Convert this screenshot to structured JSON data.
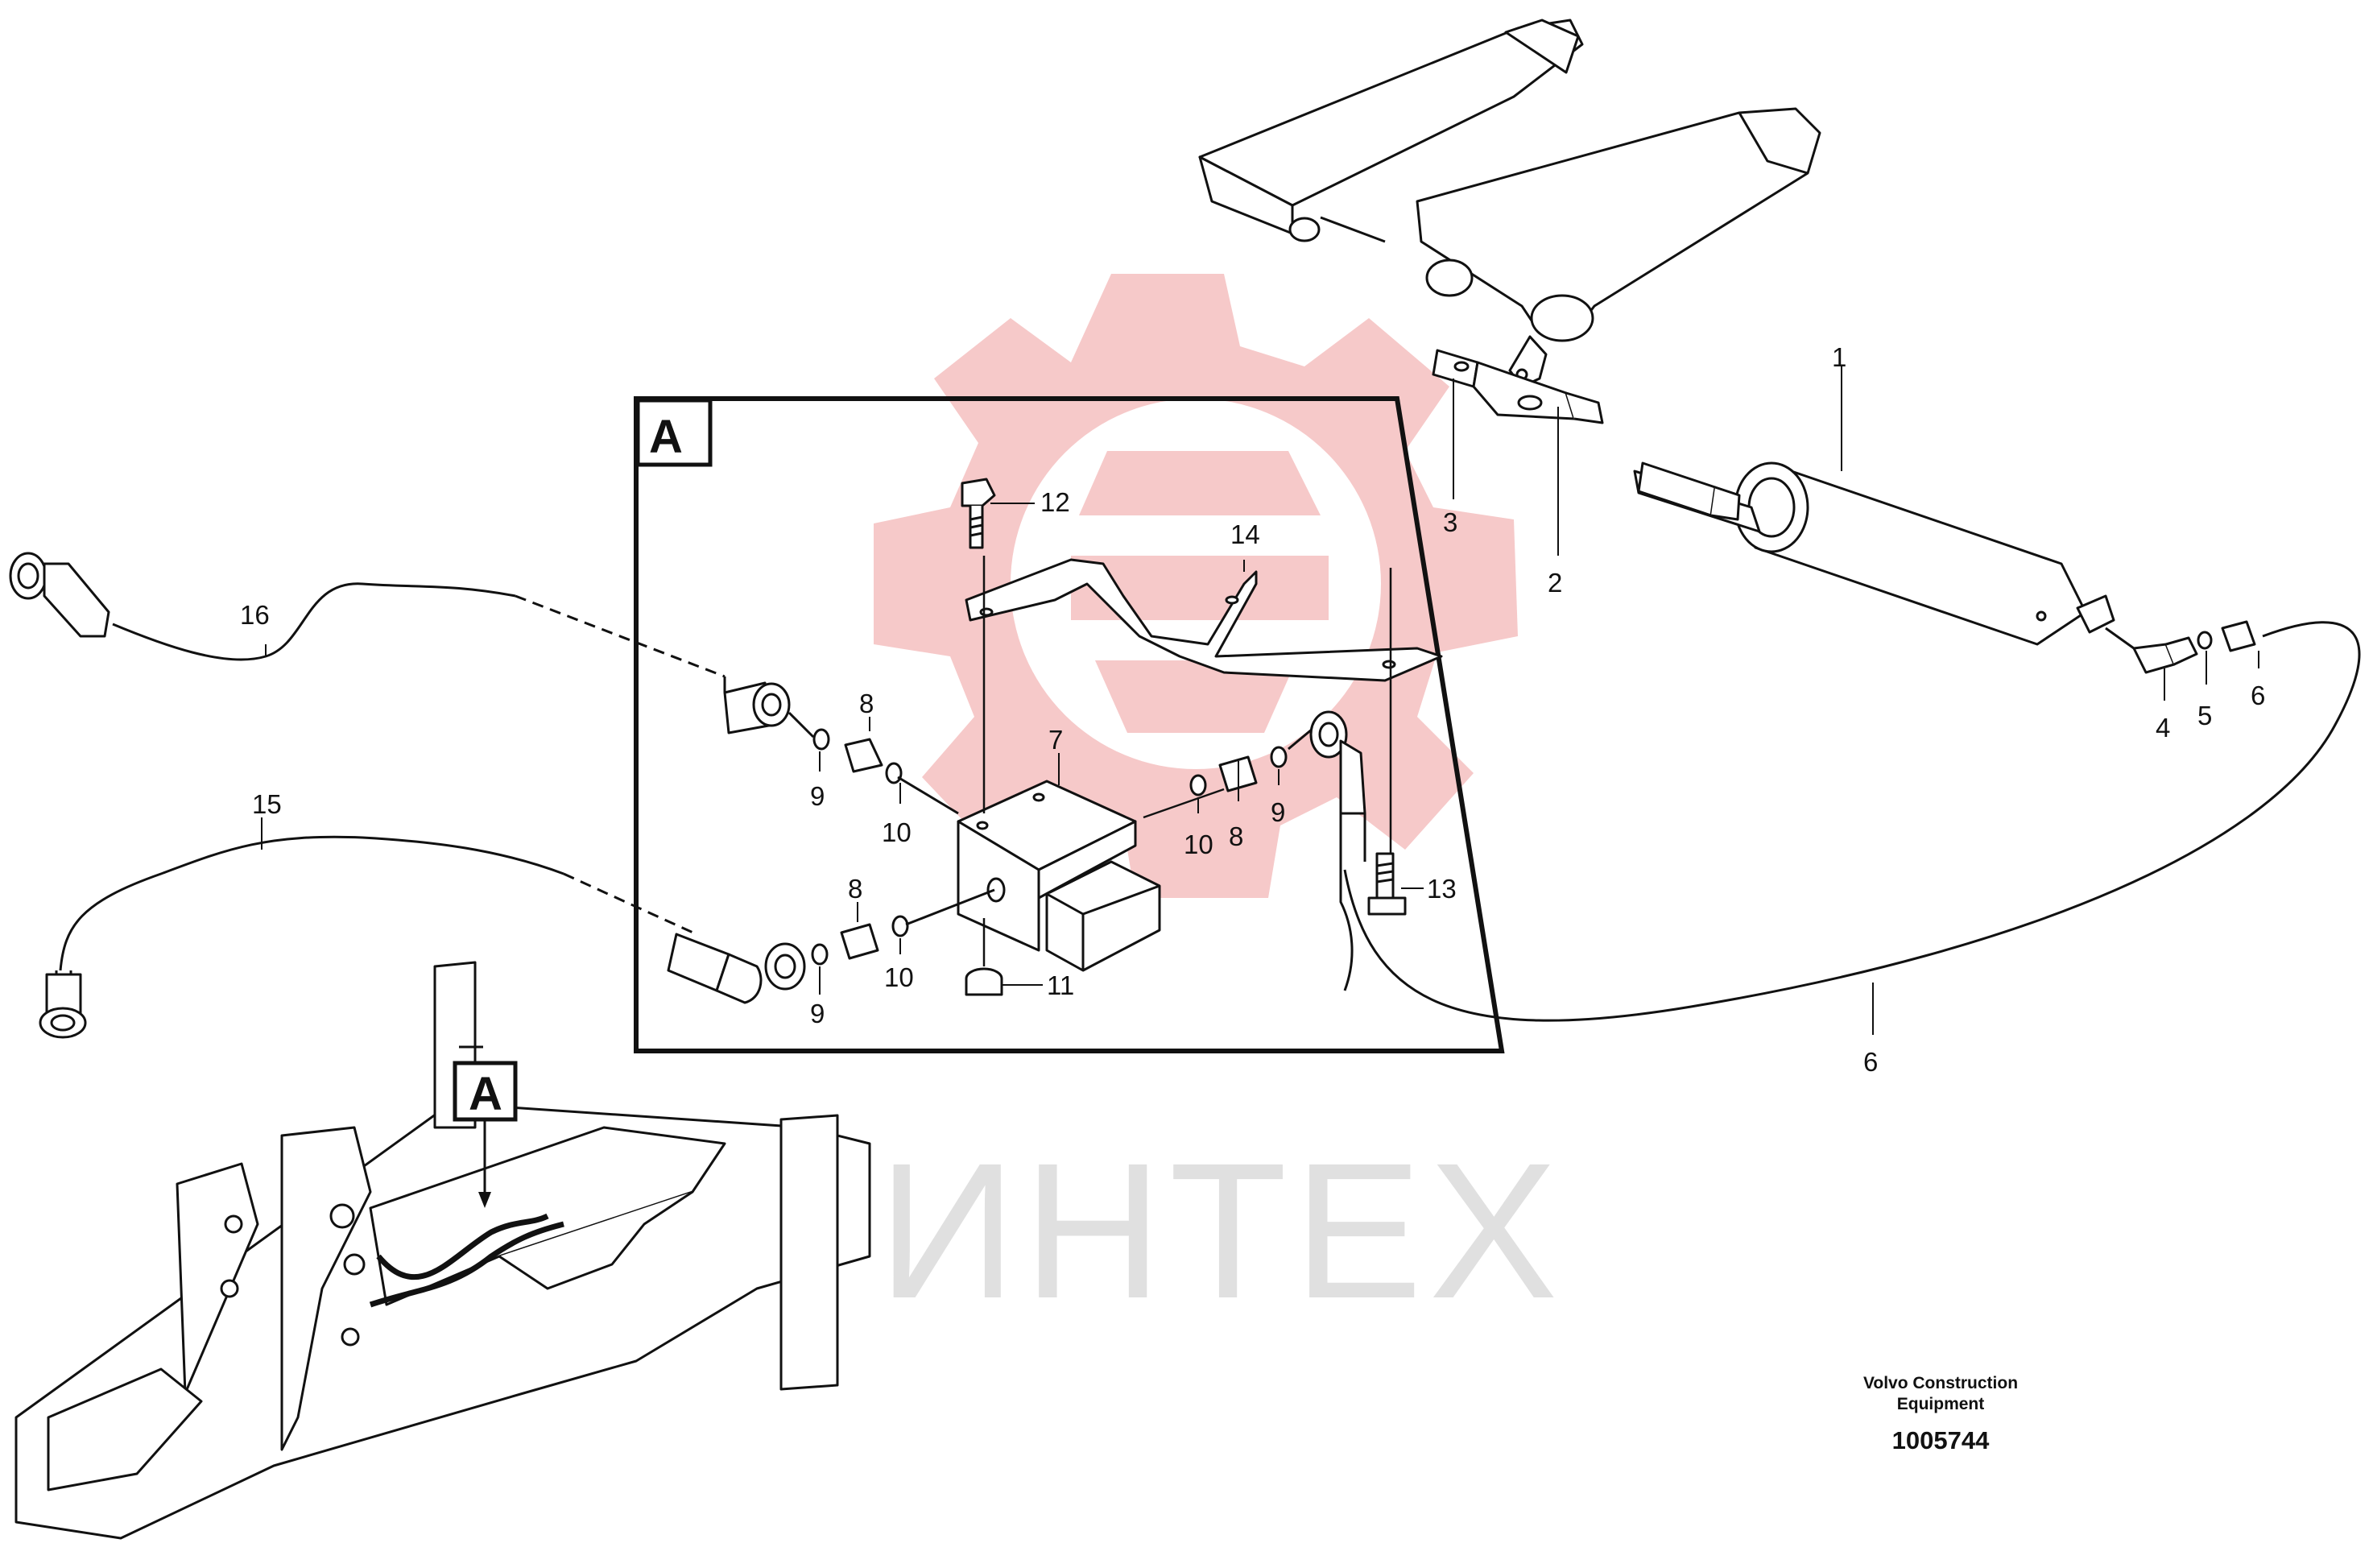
{
  "watermark": {
    "text": "ИНТЕХ",
    "colors": {
      "gear": "#f6c9c9",
      "text": "#e0e0e0"
    }
  },
  "detail_label": "A",
  "callout_labels": [
    "1",
    "2",
    "3",
    "4",
    "5",
    "6",
    "6",
    "7",
    "8",
    "8",
    "8",
    "9",
    "9",
    "9",
    "10",
    "10",
    "10",
    "11",
    "12",
    "13",
    "14",
    "15",
    "16"
  ],
  "credit": {
    "line1": "Volvo Construction",
    "line2": "Equipment",
    "number": "1005744"
  }
}
